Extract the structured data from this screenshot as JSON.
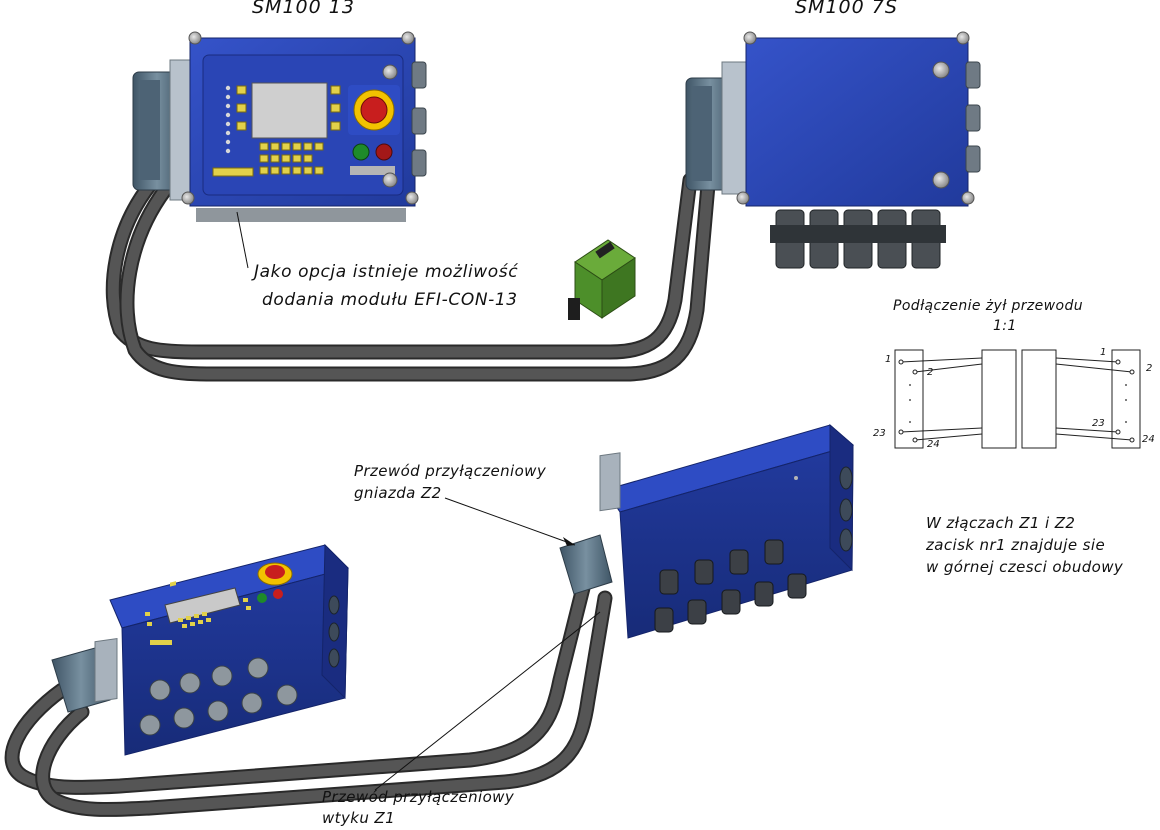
{
  "titles": {
    "left_device": "SM100 13",
    "right_device": "SM100 7S"
  },
  "captions": {
    "efi_option_line1": "Jako opcja istnieje możliwość",
    "efi_option_line2": "dodania modułu EFI-CON-13",
    "z2_line1": "Przewód przyłączeniowy",
    "z2_line2": "gniazda Z2",
    "z1_line1": "Przewód przyłączeniowy",
    "z1_line2": "wtyku Z1",
    "note_line1": "W złączach Z1 i Z2",
    "note_line2": "zacisk nr1 znajduje sie",
    "note_line3": "w górnej czesci obudowy"
  },
  "wiring": {
    "title_line1": "Podłączenie żył przewodu",
    "title_line2": "1:1",
    "pins": [
      "1",
      "2",
      "23",
      "24"
    ]
  },
  "colors": {
    "housing_blue": "#2b46b8",
    "housing_dark": "#1d2f85",
    "cable": "#3a3a3a",
    "connector": "#5a6f80",
    "screen": "#c9c9c9",
    "key_yellow": "#e2d14a",
    "estop_red": "#c81e1e",
    "estop_yellow": "#f2c200",
    "button_green": "#1e8a2a",
    "module_green": "#4d8f2a"
  }
}
